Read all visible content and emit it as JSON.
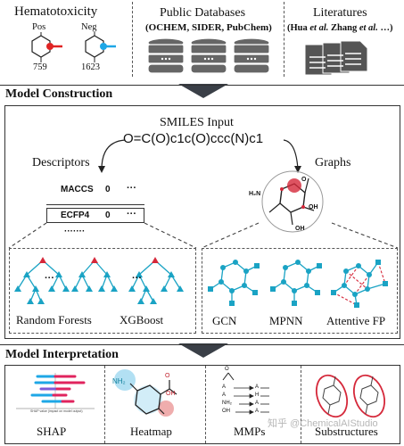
{
  "top": {
    "hematotoxicity": {
      "title": "Hematotoxicity",
      "pos_label": "Pos",
      "neg_label": "Neg",
      "pos_count": "759",
      "neg_count": "1623"
    },
    "databases": {
      "title": "Public Databases",
      "subtitle": "(OCHEM, SIDER, PubChem)"
    },
    "literatures": {
      "title": "Literatures",
      "subtitle_hua": "(Hua ",
      "et_al_1": "et al.",
      "subtitle_mid": " Zhang ",
      "et_al_2": "et al.",
      "subtitle_end": " …)"
    }
  },
  "construction": {
    "title": "Model Construction",
    "smiles_label": "SMILES Input",
    "smiles_value": "O=C(O)c1c(O)ccc(N)c1",
    "descriptors_label": "Descriptors",
    "graphs_label": "Graphs",
    "descriptor_rows": [
      {
        "name": "MACCS",
        "value": "0",
        "more": "···"
      },
      {
        "name": "ECFP4",
        "value": "0",
        "more": "···"
      }
    ],
    "descriptor_ellipsis": "·······",
    "atom_labels": {
      "nh2": "H₂N",
      "oh_top": "OH",
      "o": "O",
      "oh_bottom": "OH"
    },
    "tree_ellipsis_1": "···",
    "tree_ellipsis_2": "···",
    "models": [
      "Random Forests",
      "XGBoost",
      "GCN",
      "MPNN",
      "Attentive FP"
    ]
  },
  "interpretation": {
    "title": "Model Interpretation",
    "methods": [
      "SHAP",
      "Heatmap",
      "MMPs",
      "Substructures"
    ],
    "heatmap_labels": {
      "nh2": "NH₂",
      "oh": "OH",
      "o": "O"
    },
    "mmp_rows": [
      {
        "left": "A",
        "right": "A"
      },
      {
        "left": "A",
        "right": "H"
      },
      {
        "left": "NH₂",
        "right": "A"
      },
      {
        "left": "OH",
        "right": "A"
      }
    ],
    "shap_axis_label": "SHAP value (impact on model output)",
    "watermark": "知乎 @ChemicalAIStudio"
  },
  "colors": {
    "teal": "#1aa3c4",
    "teal_dark": "#0e7f9c",
    "red": "#d5283a",
    "pos_red": "#e02424",
    "neg_blue": "#1ea7e6",
    "arrow": "#3a3f47"
  }
}
